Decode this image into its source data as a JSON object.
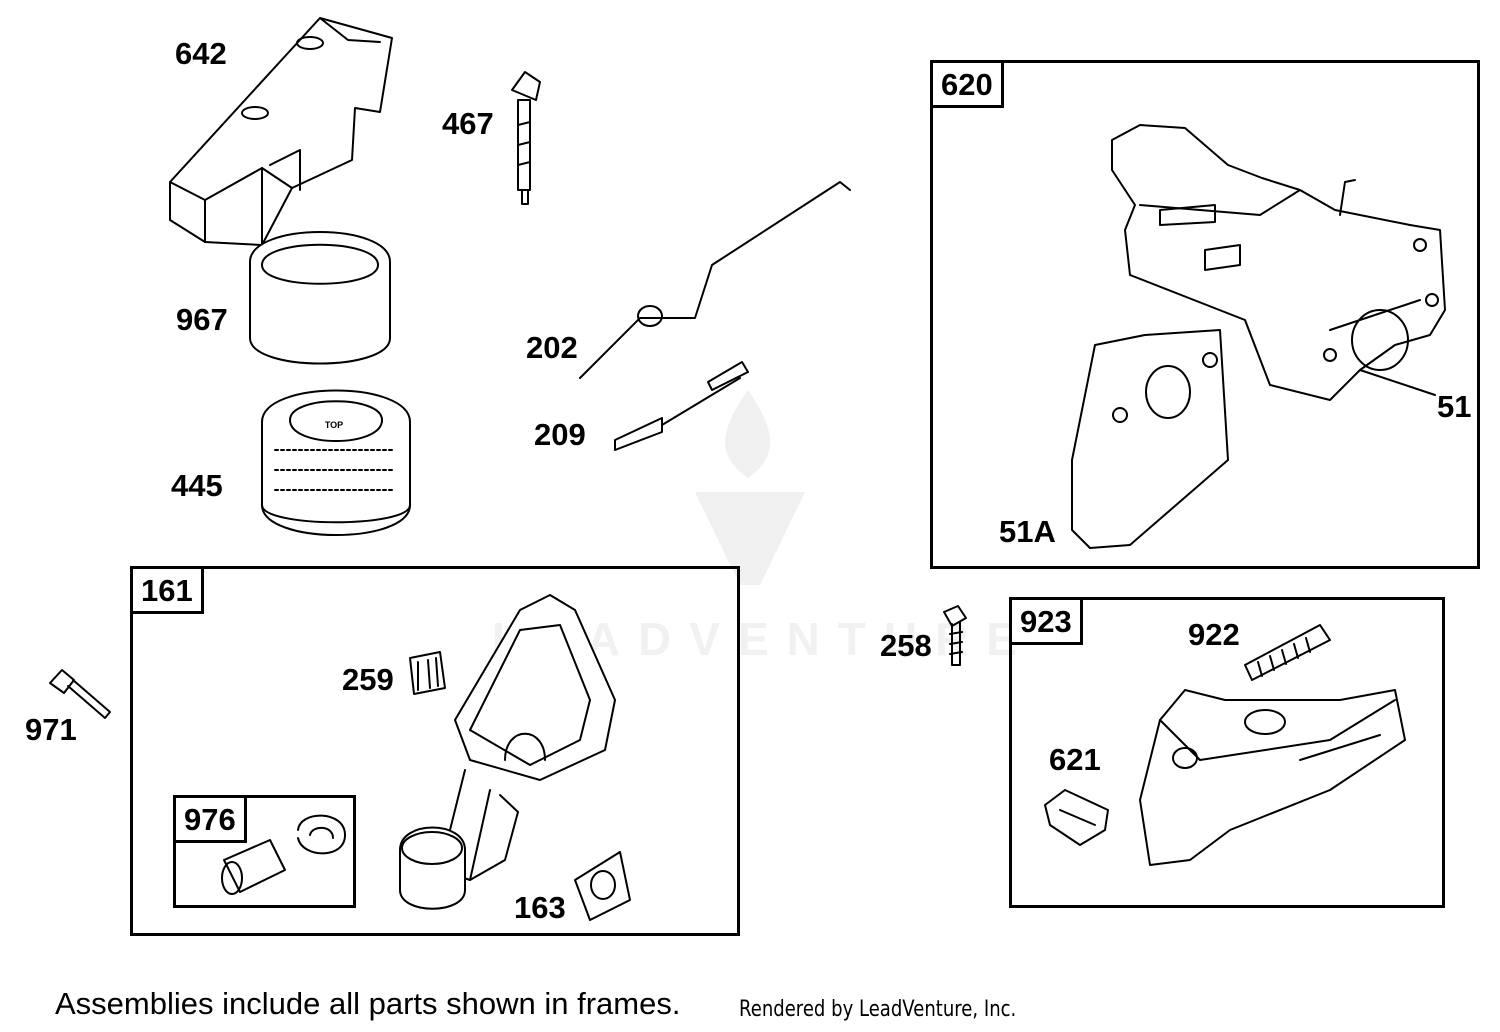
{
  "watermark": {
    "text": "LEADVENTURE",
    "color": "#f0f0f0"
  },
  "frames": {
    "f161": "161",
    "f620": "620",
    "f923": "923",
    "f976": "976"
  },
  "parts": {
    "p642": "642",
    "p467": "467",
    "p967": "967",
    "p202": "202",
    "p209": "209",
    "p445": "445",
    "p971": "971",
    "p259": "259",
    "p163": "163",
    "p51": "51",
    "p51A": "51A",
    "p258": "258",
    "p922": "922",
    "p621": "621",
    "top_marking": "TOP"
  },
  "footer": {
    "note": "Assemblies include all parts shown in frames.",
    "credit": "Rendered by LeadVenture, Inc."
  },
  "colors": {
    "line": "#000000",
    "background": "#ffffff"
  }
}
